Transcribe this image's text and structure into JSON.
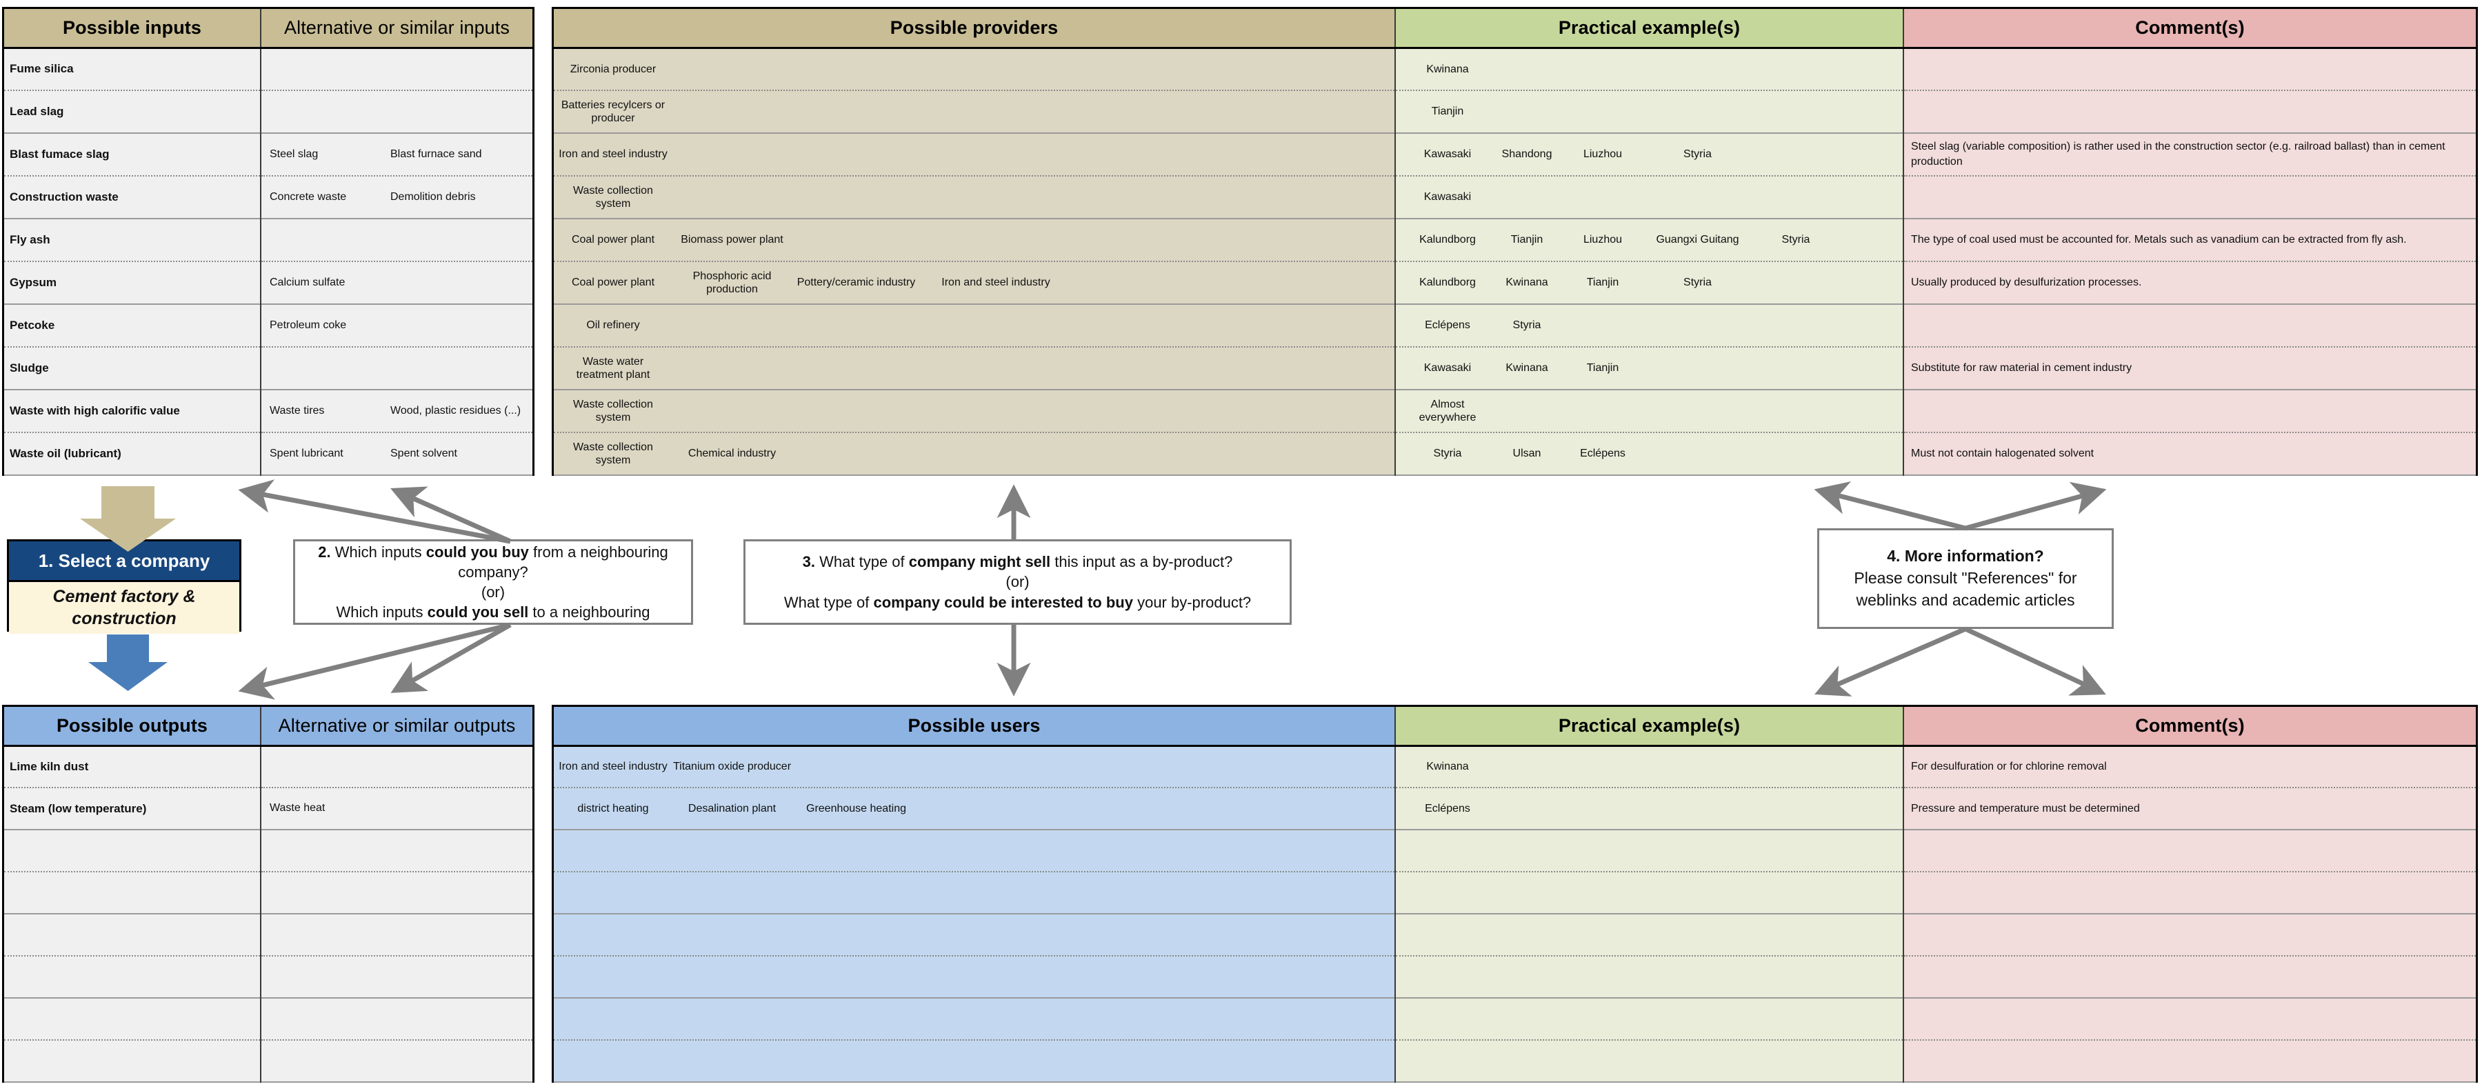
{
  "inputs_table": {
    "headers": [
      "Possible inputs",
      "Alternative or similar inputs"
    ],
    "rows": [
      {
        "name": "Fume silica",
        "alts": [
          "",
          ""
        ]
      },
      {
        "name": "Lead slag",
        "alts": [
          "",
          ""
        ]
      },
      {
        "name": "Blast fumace slag",
        "alts": [
          "Steel slag",
          "Blast furnace sand"
        ]
      },
      {
        "name": "Construction waste",
        "alts": [
          "Concrete waste",
          "Demolition debris"
        ]
      },
      {
        "name": "Fly ash",
        "alts": [
          "",
          ""
        ]
      },
      {
        "name": "Gypsum",
        "alts": [
          "Calcium sulfate",
          ""
        ]
      },
      {
        "name": "Petcoke",
        "alts": [
          "Petroleum coke",
          ""
        ]
      },
      {
        "name": "Sludge",
        "alts": [
          "",
          ""
        ]
      },
      {
        "name": "Waste with high calorific value",
        "alts": [
          "Waste tires",
          "Wood, plastic residues (...)"
        ]
      },
      {
        "name": "Waste oil (lubricant)",
        "alts": [
          "Spent lubricant",
          "Spent solvent"
        ]
      }
    ]
  },
  "providers_table": {
    "headers": [
      "Possible providers",
      "Practical example(s)",
      "Comment(s)"
    ],
    "rows": [
      {
        "providers": [
          "Zirconia producer"
        ],
        "examples": [
          "Kwinana"
        ],
        "comment": ""
      },
      {
        "providers": [
          "Batteries recylcers or producer"
        ],
        "examples": [
          "Tianjin"
        ],
        "comment": ""
      },
      {
        "providers": [
          "Iron and steel industry"
        ],
        "examples": [
          "Kawasaki",
          "Shandong",
          "Liuzhou",
          "Styria"
        ],
        "comment": "Steel slag (variable composition) is rather used in the construction sector (e.g. railroad ballast) than in cement production"
      },
      {
        "providers": [
          "Waste collection system"
        ],
        "examples": [
          "Kawasaki"
        ],
        "comment": ""
      },
      {
        "providers": [
          "Coal power plant",
          "Biomass power plant"
        ],
        "examples": [
          "Kalundborg",
          "Tianjin",
          "Liuzhou",
          "Guangxi Guitang",
          "Styria"
        ],
        "comment": "The type of coal used must be accounted for. Metals such as vanadium can be extracted from fly ash."
      },
      {
        "providers": [
          "Coal power plant",
          "Phosphoric acid production",
          "Pottery/ceramic industry",
          "Iron and steel industry"
        ],
        "examples": [
          "Kalundborg",
          "Kwinana",
          "Tianjin",
          "Styria"
        ],
        "comment": "Usually produced by desulfurization processes."
      },
      {
        "providers": [
          "Oil refinery"
        ],
        "examples": [
          "Eclépens",
          "Styria"
        ],
        "comment": ""
      },
      {
        "providers": [
          "Waste water treatment plant"
        ],
        "examples": [
          "Kawasaki",
          "Kwinana",
          "Tianjin"
        ],
        "comment": "Substitute for raw material in cement industry"
      },
      {
        "providers": [
          "Waste collection system"
        ],
        "examples": [
          "Almost everywhere"
        ],
        "comment": ""
      },
      {
        "providers": [
          "Waste collection system",
          "Chemical industry"
        ],
        "examples": [
          "Styria",
          "Ulsan",
          "Eclépens"
        ],
        "comment": "Must not contain halogenated solvent"
      }
    ]
  },
  "outputs_table": {
    "headers": [
      "Possible outputs",
      "Alternative or similar outputs"
    ],
    "rows": [
      {
        "name": "Lime kiln dust",
        "alts": [
          "",
          ""
        ]
      },
      {
        "name": "Steam (low temperature)",
        "alts": [
          "Waste heat",
          ""
        ]
      },
      {
        "name": "",
        "alts": [
          "",
          ""
        ]
      },
      {
        "name": "",
        "alts": [
          "",
          ""
        ]
      },
      {
        "name": "",
        "alts": [
          "",
          ""
        ]
      },
      {
        "name": "",
        "alts": [
          "",
          ""
        ]
      },
      {
        "name": "",
        "alts": [
          "",
          ""
        ]
      },
      {
        "name": "",
        "alts": [
          "",
          ""
        ]
      }
    ]
  },
  "users_table": {
    "headers": [
      "Possible users",
      "Practical example(s)",
      "Comment(s)"
    ],
    "rows": [
      {
        "users": [
          "Iron and steel industry",
          "Titanium oxide producer"
        ],
        "examples": [
          "Kwinana"
        ],
        "comment": "For desulfuration or for chlorine removal"
      },
      {
        "users": [
          "district heating",
          "Desalination plant",
          "Greenhouse heating"
        ],
        "examples": [
          "Eclépens"
        ],
        "comment": "Pressure and temperature must be determined"
      },
      {
        "users": [],
        "examples": [],
        "comment": ""
      },
      {
        "users": [],
        "examples": [],
        "comment": ""
      },
      {
        "users": [],
        "examples": [],
        "comment": ""
      },
      {
        "users": [],
        "examples": [],
        "comment": ""
      },
      {
        "users": [],
        "examples": [],
        "comment": ""
      },
      {
        "users": [],
        "examples": [],
        "comment": ""
      }
    ]
  },
  "flow": {
    "company_step": "1. Select a company",
    "company_name": "Cement factory & construction",
    "q2_line1_num": "2.",
    "q2_line1_a": " Which inputs ",
    "q2_line1_b": "could you buy",
    "q2_line1_c": " from a neighbouring",
    "q2_line2": "company?",
    "q2_line3": "(or)",
    "q2_line4_a": "Which inputs ",
    "q2_line4_b": "could you sell",
    "q2_line4_c": " to a neighbouring",
    "q3_line1_num": "3.",
    "q3_line1_a": " What type of ",
    "q3_line1_b": "company might sell",
    "q3_line1_c": " this input as a by-product?",
    "q3_line2": "(or)",
    "q3_line3_a": "What type of ",
    "q3_line3_b": "company could be interested to buy",
    "q3_line3_c": " your by-product?",
    "q4_title": "4. More information?",
    "q4_line2": "Please consult \"References\" for",
    "q4_line3": "weblinks and academic articles"
  },
  "colors": {
    "header_tan": "#c8bd95",
    "header_green": "#c6d79b",
    "header_pink": "#e8b4b4",
    "header_blue": "#8db3e2",
    "cell_tan": "#dcd7c3",
    "cell_green": "#e9edd9",
    "cell_pink": "#f2dcdc",
    "cell_blue": "#c3d8f0",
    "cell_grey": "#f0f0f0",
    "company_blue": "#17477f",
    "company_cream": "#fdf4dc",
    "arrow_grey": "#808080",
    "tan_arrow": "#c8bd95",
    "blue_arrow": "#4a7ebb"
  }
}
